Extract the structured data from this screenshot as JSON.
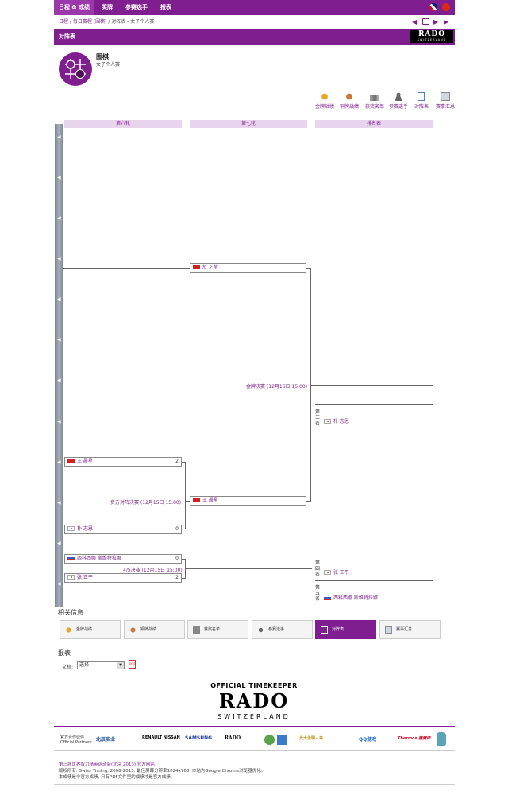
{
  "nav": {
    "items": [
      "日程 & 成绩",
      "奖牌",
      "参赛选手",
      "报表"
    ],
    "active": 0
  },
  "breadcrumb": [
    "日程",
    "每日赛程 (围棋)",
    "对阵表 - 女子个人赛"
  ],
  "page_bar": {
    "title": "对阵表",
    "logo_main": "RADO",
    "logo_sub": "SWITZERLAND"
  },
  "sport": {
    "name": "围棋",
    "event": "女子个人赛"
  },
  "toolbar": [
    "金牌战绩",
    "铜牌战绩",
    "获奖名单",
    "参赛选手",
    "对阵表",
    "赛事汇总"
  ],
  "columns": [
    "第六轮",
    "第七轮",
    "排名表"
  ],
  "bracket": {
    "sf1": {
      "p1": {
        "name": "王 晨星",
        "score": "2"
      },
      "p2": {
        "name": "朴 志恩",
        "score": "0"
      },
      "label": "负方对阵决赛 (12月15日 15:00)"
    },
    "sf2": {
      "p1": {
        "name": "西科西娜 斯维特拉娜",
        "score": "0"
      },
      "p2": {
        "name": "张 正平",
        "score": "2"
      },
      "label": "4/5决赛 (12月15日 15:00)"
    },
    "r7_top": {
      "name": "於 之莹"
    },
    "r7_bottom": {
      "name": "王 晨星"
    },
    "final_label": "金牌决赛 (12月16日 15:00)",
    "ranking": [
      {
        "rank": "第三名",
        "name": "朴 志恩"
      },
      {
        "rank": "第四名",
        "name": "张 正平"
      },
      {
        "rank": "第五名",
        "name": "西科西娜 斯维特拉娜"
      }
    ]
  },
  "related": {
    "title": "相关信息",
    "items": [
      "金牌战绩",
      "铜牌战绩",
      "获奖名单",
      "参赛选手",
      "对阵表",
      "赛事汇总"
    ],
    "active": 4
  },
  "report": {
    "title": "报表",
    "doc_label": "文档:",
    "select_value": "选择"
  },
  "timekeeper": {
    "official": "OFFICIAL TIMEKEEPER",
    "brand": "RADO",
    "sub": "SWITZERLAND"
  },
  "partners": {
    "label_cn": "官方合作伙伴",
    "label_en": "Official Partners",
    "logos": [
      "北辰实业",
      "RENAULT NISSAN",
      "SAMSUNG",
      "RADO",
      "光大永明人寿",
      "QQ游戏",
      "Thermos 膳魔师"
    ]
  },
  "footer": [
    "第三届世界智力精英运动会(北京 2013) 官方网站",
    "版权所有: Swiss Timing, 2008-2013. 最佳屏幕分辨率1024x768. 本站为Google Chrome浏览器优化。",
    "本成绩是非官方成绩, 只有PDF文件里的成绩才是官方成绩。"
  ],
  "colors": {
    "brand": "#7f1f8f",
    "highlight": "#e8d4ec"
  }
}
